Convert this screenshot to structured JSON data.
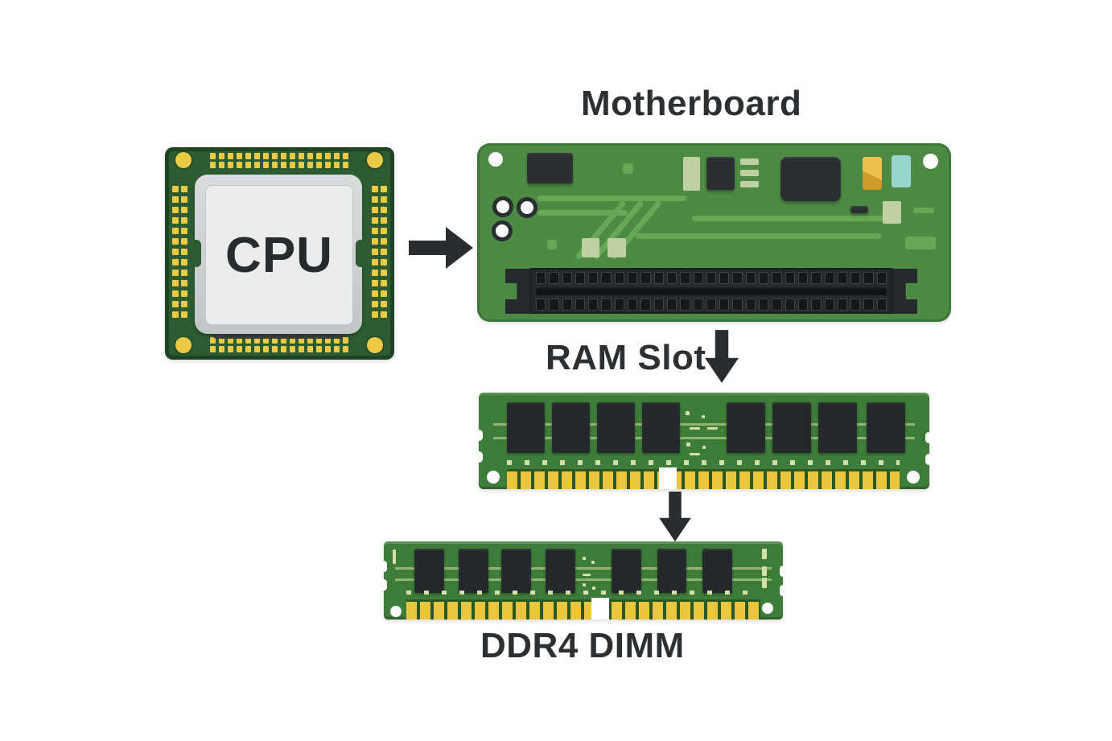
{
  "diagram_title": "CPU / Motherboard / RAM Slot / DDR4 DIMM diagram",
  "labels": {
    "cpu": "CPU",
    "motherboard": "Motherboard",
    "ram_slot": "RAM Slot",
    "ddr4_dimm": "DDR4 DIMM"
  },
  "icons": [
    {
      "name": "arrow-right-icon",
      "meaning": "CPU connects to motherboard"
    },
    {
      "name": "arrow-down-icon",
      "meaning": "RAM slot accepts memory module"
    },
    {
      "name": "arrow-down-icon-2",
      "meaning": "memory module is a DDR4 DIMM"
    }
  ],
  "colors": {
    "bg": "#ffffff",
    "text": "#2d3032",
    "arrow": "#2a2d2f",
    "cpu-pcb": "#2d5c32",
    "gold": "#ecca45",
    "ihs-inner": "#ebeded",
    "mb-green": "#4d8a44",
    "trace-green": "#68a756",
    "pad-green": "#bfd0a2",
    "chip-dark": "#2b2e33",
    "slot-dark": "#26292d",
    "ram-green": "#3e7c39",
    "finger-gold": "#e9c63e",
    "teal-cap": "#95d5ca",
    "orange-cap": "#ecc14b"
  }
}
